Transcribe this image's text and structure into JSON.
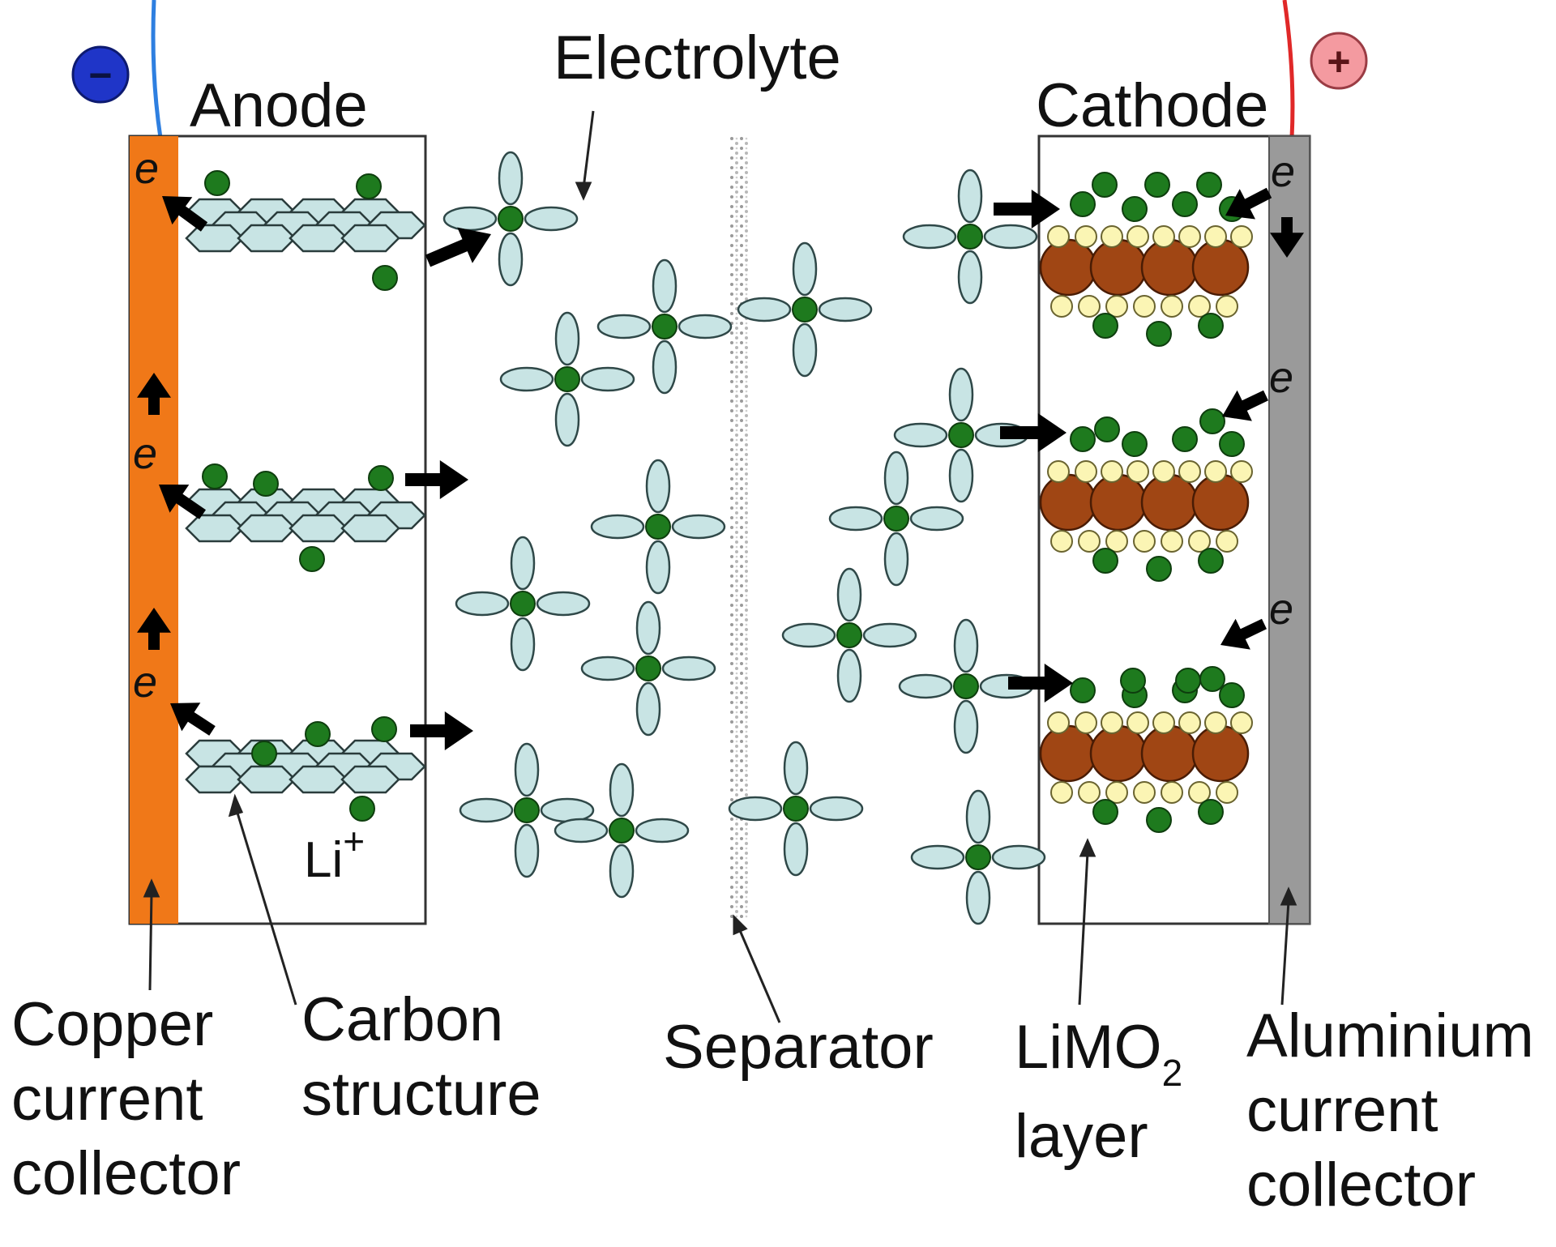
{
  "labels": {
    "anode": "Anode",
    "cathode": "Cathode",
    "electrolyte": "Electrolyte",
    "separator": "Separator",
    "li_ion": "Li",
    "li_ion_sup": "+",
    "copper_line1": "Copper",
    "copper_line2": "current",
    "copper_line3": "collector",
    "carbon_line1": "Carbon",
    "carbon_line2": "structure",
    "limo2_main": "LiMO",
    "limo2_sub": "2",
    "limo2_line2": "layer",
    "aluminium_line1": "Aluminium",
    "aluminium_line2": "current",
    "aluminium_line3": "collector",
    "electron": "e",
    "negative_sign": "−",
    "positive_sign": "+"
  },
  "colors": {
    "copper": "#f07818",
    "aluminium": "#9a9a9a",
    "graphene": "#c8e4e4",
    "electrolyte_lobe": "#c8e4e4",
    "lithium": "#1e7a1e",
    "metal_oxide": "#a04614",
    "oxygen": "#fbf5b4",
    "negative_terminal": "#1f35c8",
    "positive_terminal": "#f49aa0",
    "wire_negative": "#2e7fe0",
    "wire_positive": "#e02828"
  }
}
